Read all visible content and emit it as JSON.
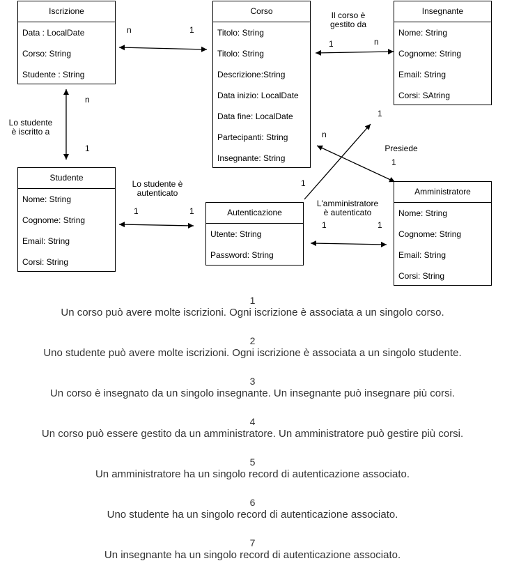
{
  "entities": {
    "iscrizione": {
      "title": "Iscrizione",
      "fields": [
        "Data : LocalDate",
        "Corso: String",
        "Studente : String"
      ]
    },
    "corso": {
      "title": "Corso",
      "fields": [
        "Titolo: String",
        "Titolo: String",
        "Descrizione:String",
        "Data inizio: LocalDate",
        "Data fine: LocalDate",
        "Partecipanti: String",
        "Insegnante: String"
      ]
    },
    "insegnante": {
      "title": "Insegnante",
      "fields": [
        "Nome: String",
        "Cognome: String",
        "Email: String",
        "Corsi: SAtring"
      ]
    },
    "studente": {
      "title": "Studente",
      "fields": [
        "Nome: String",
        "Cognome: String",
        "Email: String",
        "Corsi: String"
      ]
    },
    "autenticazione": {
      "title": "Autenticazione",
      "fields": [
        "Utente: String",
        "Password: String"
      ]
    },
    "amministratore": {
      "title": "Amministratore",
      "fields": [
        "Nome: String",
        "Cognome: String",
        "Email: String",
        "Corsi: String"
      ]
    }
  },
  "relations": {
    "iscrizione_corso": {
      "card_a": "n",
      "card_b": "1"
    },
    "corso_insegnante": {
      "label_line1": "Il corso è",
      "label_line2": "gestito da",
      "card_a": "1",
      "card_b": "n"
    },
    "iscrizione_studente": {
      "label_line1": "Lo studente",
      "label_line2": "è iscritto a",
      "card_a": "n",
      "card_b": "1"
    },
    "studente_autenticazione": {
      "label_line1": "Lo studente è",
      "label_line2": "autenticato",
      "card_a": "1",
      "card_b": "1"
    },
    "corso_amministratore": {
      "label": "Presiede",
      "card_a": "n",
      "card_b": "1"
    },
    "autenticazione_insegnante": {
      "card_a": "1",
      "card_b": "1"
    },
    "autenticazione_amministratore": {
      "label_line1": "L'amministratore",
      "label_line2": "è autenticato",
      "card_a": "1",
      "card_b": "1"
    }
  },
  "notes": [
    {
      "num": "1",
      "text": "Un corso può avere molte iscrizioni. Ogni iscrizione è associata a un singolo corso."
    },
    {
      "num": "2",
      "text": "Uno studente può avere molte iscrizioni. Ogni iscrizione è associata a un singolo studente."
    },
    {
      "num": "3",
      "text": "Un corso è insegnato da un singolo insegnante. Un insegnante può insegnare più corsi."
    },
    {
      "num": "4",
      "text": "Un corso può essere gestito da un amministratore. Un amministratore può gestire più corsi."
    },
    {
      "num": "5",
      "text": "Un amministratore ha un singolo record di autenticazione associato."
    },
    {
      "num": "6",
      "text": "Uno studente ha un singolo record di autenticazione associato."
    },
    {
      "num": "7",
      "text": "Un insegnante ha un singolo record di autenticazione associato."
    }
  ]
}
